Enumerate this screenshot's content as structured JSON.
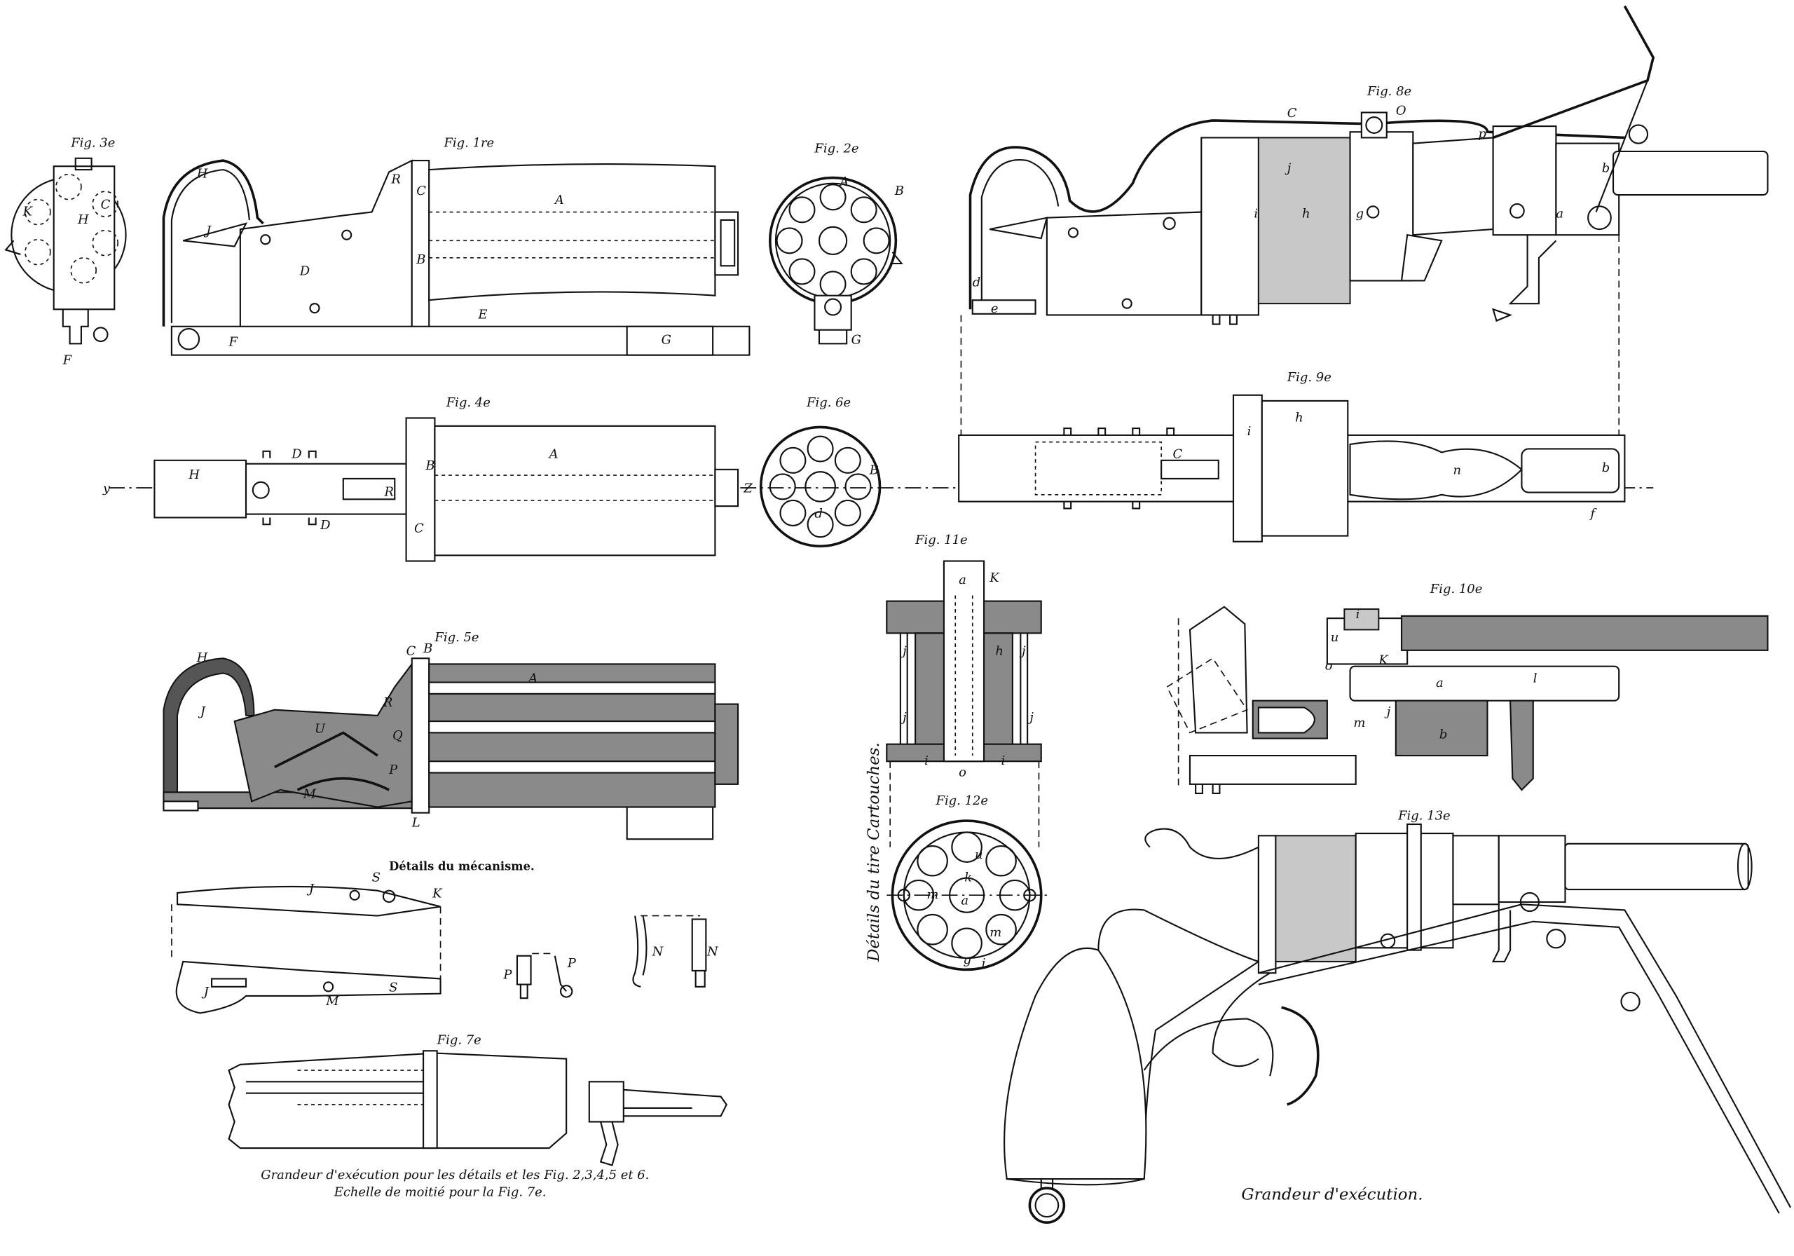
{
  "figures": {
    "fig1": "Fig. 1re",
    "fig2": "Fig. 2e",
    "fig3": "Fig. 3e",
    "fig4": "Fig. 4e",
    "fig5": "Fig. 5e",
    "fig6": "Fig. 6e",
    "fig7": "Fig. 7e",
    "fig8": "Fig. 8e",
    "fig9": "Fig. 9e",
    "fig10": "Fig. 10e",
    "fig11": "Fig. 11e",
    "fig12": "Fig. 12e",
    "fig13": "Fig. 13e"
  },
  "captions": {
    "details_mecanisme": "Détails du mécanisme.",
    "details_tire_cartouches": "Détails du tire Cartouches.",
    "scale_note_line1": "Grandeur d'exécution pour les détails et les Fig. 2,3,4,5 et 6.",
    "scale_note_line2": "Echelle de moitié pour la Fig. 7e.",
    "grandeur_execution": "Grandeur d'exécution."
  },
  "letters": {
    "fig1": [
      "H",
      "J",
      "D",
      "A",
      "C",
      "B",
      "E",
      "F",
      "G",
      "R"
    ],
    "fig2": [
      "A",
      "B",
      "G"
    ],
    "fig3": [
      "H",
      "K",
      "C",
      "F"
    ],
    "fig4": [
      "H",
      "D",
      "D",
      "A",
      "B",
      "C",
      "R",
      "Z",
      "y"
    ],
    "fig5": [
      "H",
      "J",
      "A",
      "C",
      "B",
      "R",
      "U",
      "M",
      "L",
      "P",
      "Q"
    ],
    "fig6": [
      "B",
      "d"
    ],
    "fig8": [
      "C",
      "O",
      "p",
      "b",
      "a",
      "g",
      "j",
      "h",
      "i",
      "d",
      "e"
    ],
    "fig9": [
      "C",
      "h",
      "i",
      "n",
      "b",
      "f"
    ],
    "fig10": [
      "i",
      "u",
      "o",
      "K",
      "a",
      "l",
      "m",
      "j",
      "b"
    ],
    "fig11": [
      "a",
      "K",
      "h",
      "j",
      "j",
      "j",
      "j",
      "i",
      "i",
      "o"
    ],
    "fig12": [
      "u",
      "m",
      "m",
      "a",
      "k",
      "g",
      "i"
    ],
    "details": [
      "J",
      "S",
      "K",
      "J",
      "M",
      "S",
      "P",
      "P",
      "N",
      "N"
    ]
  }
}
